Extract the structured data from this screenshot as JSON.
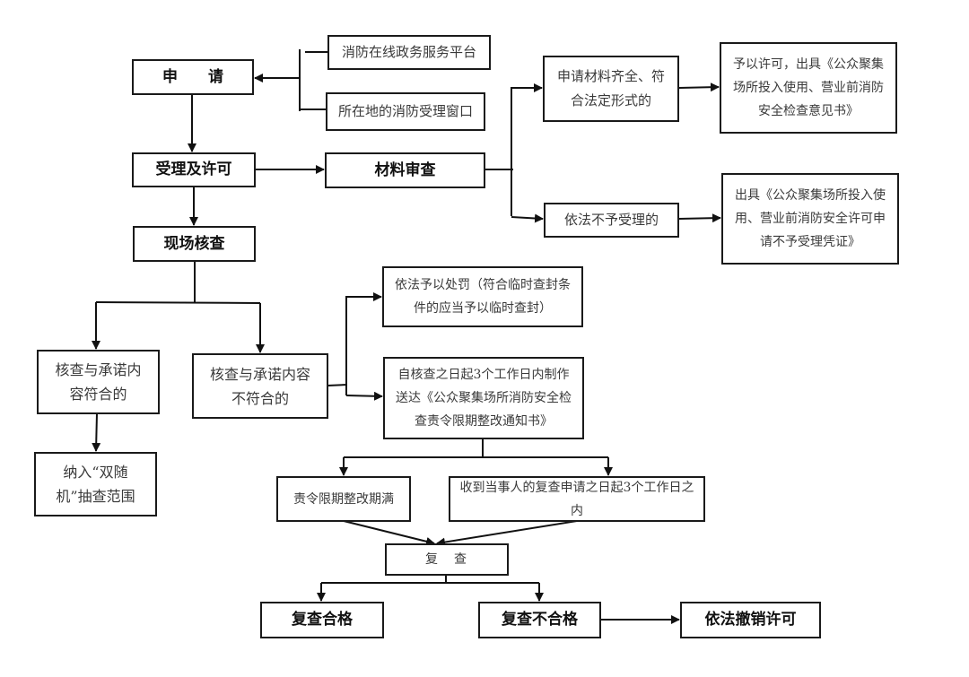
{
  "nodes": {
    "apply": "申　　请",
    "channel_online": "消防在线政务服务平台",
    "channel_window": "所在地的消防受理窗口",
    "accept_permit": "受理及许可",
    "material_review": "材料审查",
    "materials_complete": "申请材料齐全、符合法定形式的",
    "grant_permit": "予以许可，出具《公众聚集场所投入使用、营业前消防安全检查意见书》",
    "not_accepted": "依法不予受理的",
    "issue_rejection": "出具《公众聚集场所投入使用、营业前消防安全许可申请不予受理凭证》",
    "site_inspection": "现场核查",
    "consistent": "核查与承诺内容符合的",
    "random_check": "纳入“双随机”抽查范围",
    "inconsistent": "核查与承诺内容不符合的",
    "penalty": "依法予以处罚（符合临时查封条件的应当予以临时查封）",
    "rectify_notice": "自核查之日起3个工作日内制作送达《公众聚集场所消防安全检查责令限期整改通知书》",
    "deadline_expired": "责令限期整改期满",
    "reinspect_request": "收到当事人的复查申请之日起3个工作日之内",
    "reinspection": "复　查",
    "pass": "复查合格",
    "fail": "复查不合格",
    "revoke": "依法撤销许可"
  }
}
